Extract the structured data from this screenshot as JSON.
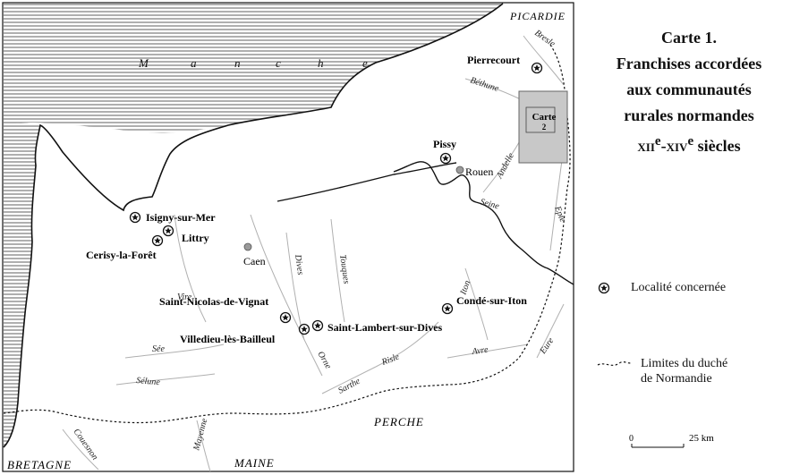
{
  "sea": {
    "letters": [
      "M",
      "a",
      "n",
      "c",
      "h",
      "e"
    ]
  },
  "regions": {
    "picardie": "PICARDIE",
    "bretagne": "BRETAGNE",
    "maine": "MAINE",
    "perche": "PERCHE"
  },
  "rivers": {
    "bresle": "Bresle",
    "bethune": "Béthune",
    "andelle": "Andelle",
    "epte": "Epte",
    "seine": "Seine",
    "vire": "Vire",
    "dives": "Dives",
    "touques": "Touques",
    "iton": "Iton",
    "see": "Sée",
    "selune": "Sélune",
    "orne": "Orne",
    "risle": "Risle",
    "avre": "Avre",
    "eure": "Eure",
    "sarthe": "Sarthe",
    "couesnon": "Couesnon",
    "mayenne": "Mayenne"
  },
  "cities": {
    "rouen": "Rouen",
    "caen": "Caen"
  },
  "localities": [
    "Pierrecourt",
    "Pissy",
    "Isigny-sur-Mer",
    "Littry",
    "Cerisy-la-Forêt",
    "Saint-Nicolas-de-Vignat",
    "Villedieu-lès-Bailleul",
    "Saint-Lambert-sur-Dives",
    "Condé-sur-Iton"
  ],
  "inset": {
    "line1": "Carte",
    "line2": "2"
  },
  "title": {
    "line1": "Carte 1.",
    "line2": "Franchises accordées",
    "line3": "aux communautés",
    "line4": "rurales normandes",
    "line5a": "xii",
    "line5b": "e",
    "line5c": "-xiv",
    "line5d": "e",
    "line5e": " siècles"
  },
  "legend": {
    "locality": "Localité concernée",
    "border_line1": "Limites du duché",
    "border_line2": "de Normandie"
  },
  "scale": {
    "zero": "0",
    "length": "25 km"
  },
  "colors": {
    "sea_hatch": "#7a7a7a",
    "inset_fill": "#c8c8c8",
    "river": "#b0b0b0",
    "city_dot": "#9a9a9a",
    "ink": "#111111"
  }
}
